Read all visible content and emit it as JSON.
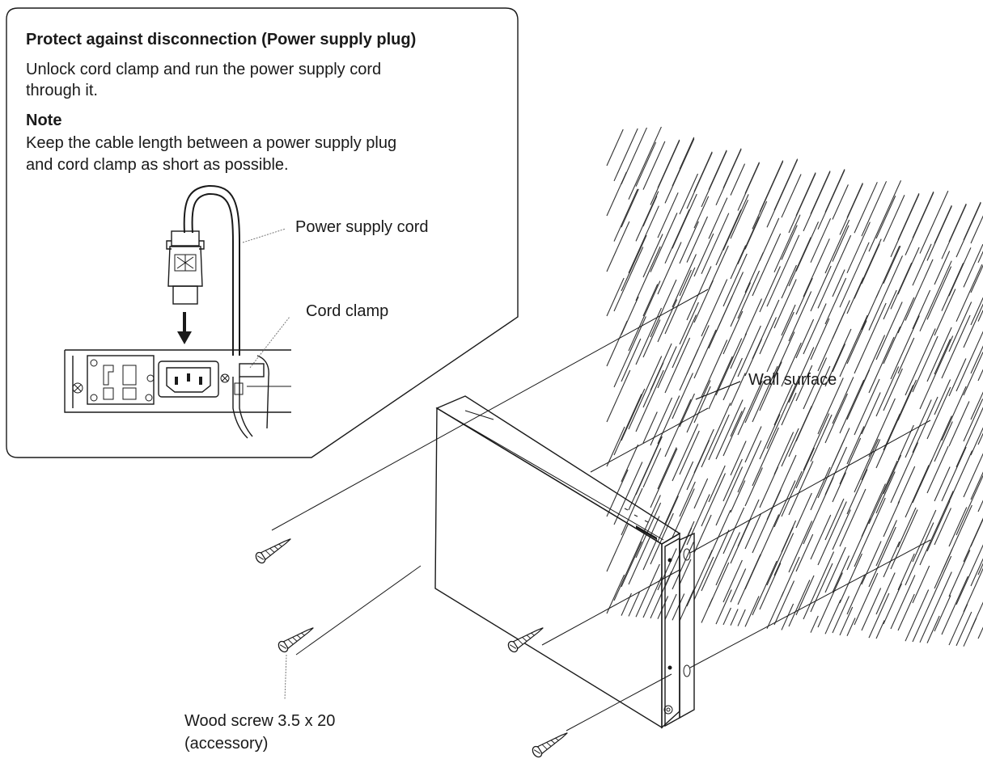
{
  "callout": {
    "title": "Protect against disconnection (Power supply plug)",
    "instruction_line1": "Unlock cord clamp and run the power supply cord",
    "instruction_line2": "through it.",
    "note_heading": "Note",
    "note_line1": "Keep the cable length between a power supply plug",
    "note_line2": "and cord clamp as short as possible."
  },
  "labels": {
    "power_supply_cord": "Power supply cord",
    "cord_clamp": "Cord clamp",
    "wall_surface": "Wall surface",
    "wood_screw_line1": "Wood screw 3.5 x 20",
    "wood_screw_line2": "(accessory)"
  },
  "colors": {
    "ink": "#1a1a1a",
    "leader": "#777777",
    "background": "#ffffff"
  },
  "icons": {
    "arrow": "down-arrow-icon",
    "screw": "wood-screw-icon"
  }
}
